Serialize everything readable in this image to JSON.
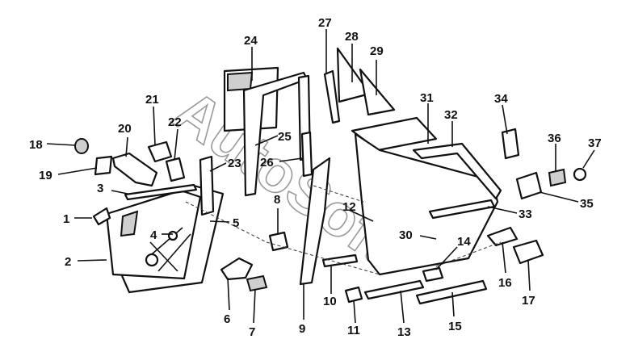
{
  "diagram": {
    "watermark": "AutoSoft",
    "labels": [
      "1",
      "2",
      "3",
      "4",
      "5",
      "6",
      "7",
      "8",
      "9",
      "10",
      "11",
      "12",
      "13",
      "14",
      "15",
      "16",
      "17",
      "18",
      "19",
      "20",
      "21",
      "22",
      "23",
      "24",
      "25",
      "26",
      "27",
      "28",
      "29",
      "30",
      "31",
      "32",
      "33",
      "34",
      "35",
      "36",
      "37"
    ]
  }
}
